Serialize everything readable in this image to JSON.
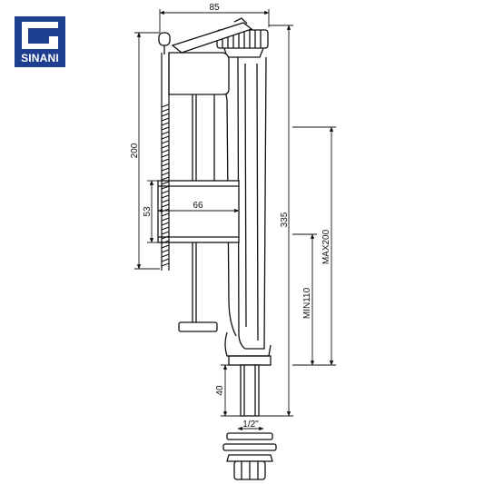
{
  "brand": {
    "logo_text": "SINANI",
    "color": "#1e3f8f"
  },
  "dimensions": {
    "overall_width": "85",
    "float_travel": "200",
    "float_height": "53",
    "float_width": "66",
    "total_height": "335",
    "adjust_max": "MAX200",
    "adjust_min": "MIN110",
    "shank_length": "40",
    "thread_size": "1/2\""
  }
}
